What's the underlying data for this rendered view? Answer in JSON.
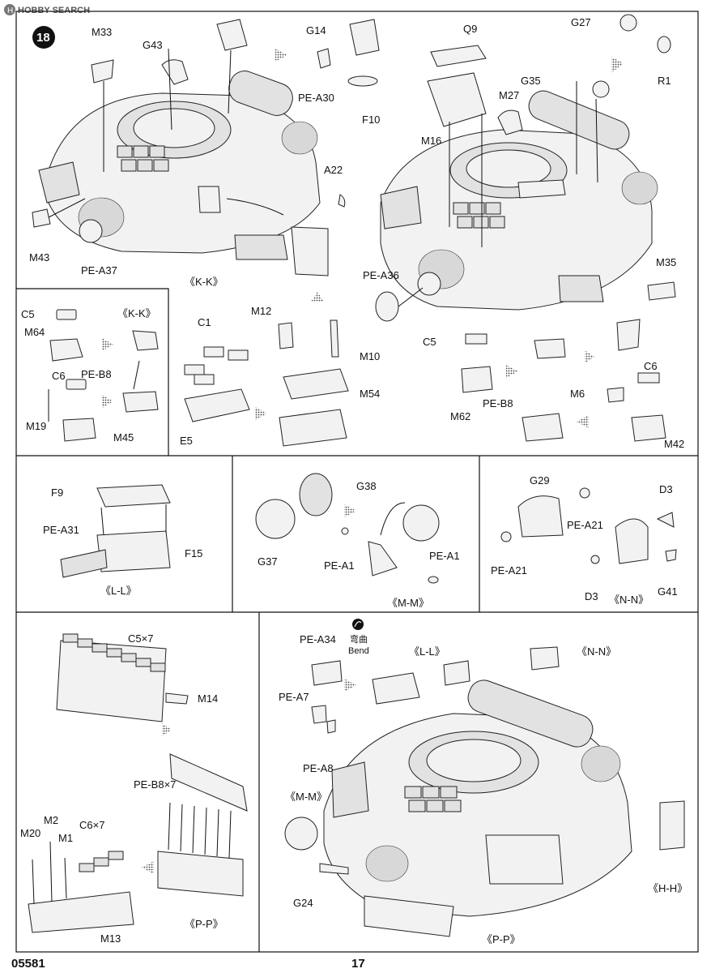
{
  "watermark": "HOBBY SEARCH",
  "step_number": "18",
  "footer": {
    "kit_number": "05581",
    "page_number": "17"
  },
  "bend_note": {
    "chinese": "弯曲",
    "english": "Bend"
  },
  "top_panel_labels": [
    "M33",
    "G43",
    "G14",
    "PE-A30",
    "F10",
    "Q9",
    "G27",
    "R1",
    "G35",
    "M27",
    "M16",
    "A22",
    "M43",
    "PE-A37",
    "《K-K》",
    "PE-A36",
    "M35"
  ],
  "kk_detail": {
    "title": "《K-K》",
    "labels": [
      "C5",
      "M64",
      "PE-B8",
      "C6",
      "M19",
      "M45"
    ]
  },
  "mid_labels": [
    "C1",
    "E5",
    "M12",
    "M10",
    "M54",
    "C5",
    "M62",
    "PE-B8",
    "C6",
    "M6",
    "M42"
  ],
  "ll_detail": {
    "title": "《L-L》",
    "labels": [
      "F9",
      "PE-A31",
      "F15"
    ]
  },
  "mm_detail": {
    "title": "《M-M》",
    "labels": [
      "G38",
      "G37",
      "PE-A1",
      "PE-A1"
    ]
  },
  "nn_detail": {
    "title": "《N-N》",
    "labels": [
      "G29",
      "D3",
      "PE-A21",
      "PE-A21",
      "D3",
      "G41"
    ]
  },
  "pp_detail": {
    "title": "《P-P》",
    "labels": [
      "C5×7",
      "M14",
      "PE-B8×7",
      "M20",
      "M2",
      "M1",
      "C6×7",
      "M13"
    ]
  },
  "final_labels": [
    "PE-A34",
    "《L-L》",
    "《N-N》",
    "PE-A7",
    "PE-A8",
    "《M-M》",
    "G24",
    "《H-H》",
    "《P-P》"
  ]
}
